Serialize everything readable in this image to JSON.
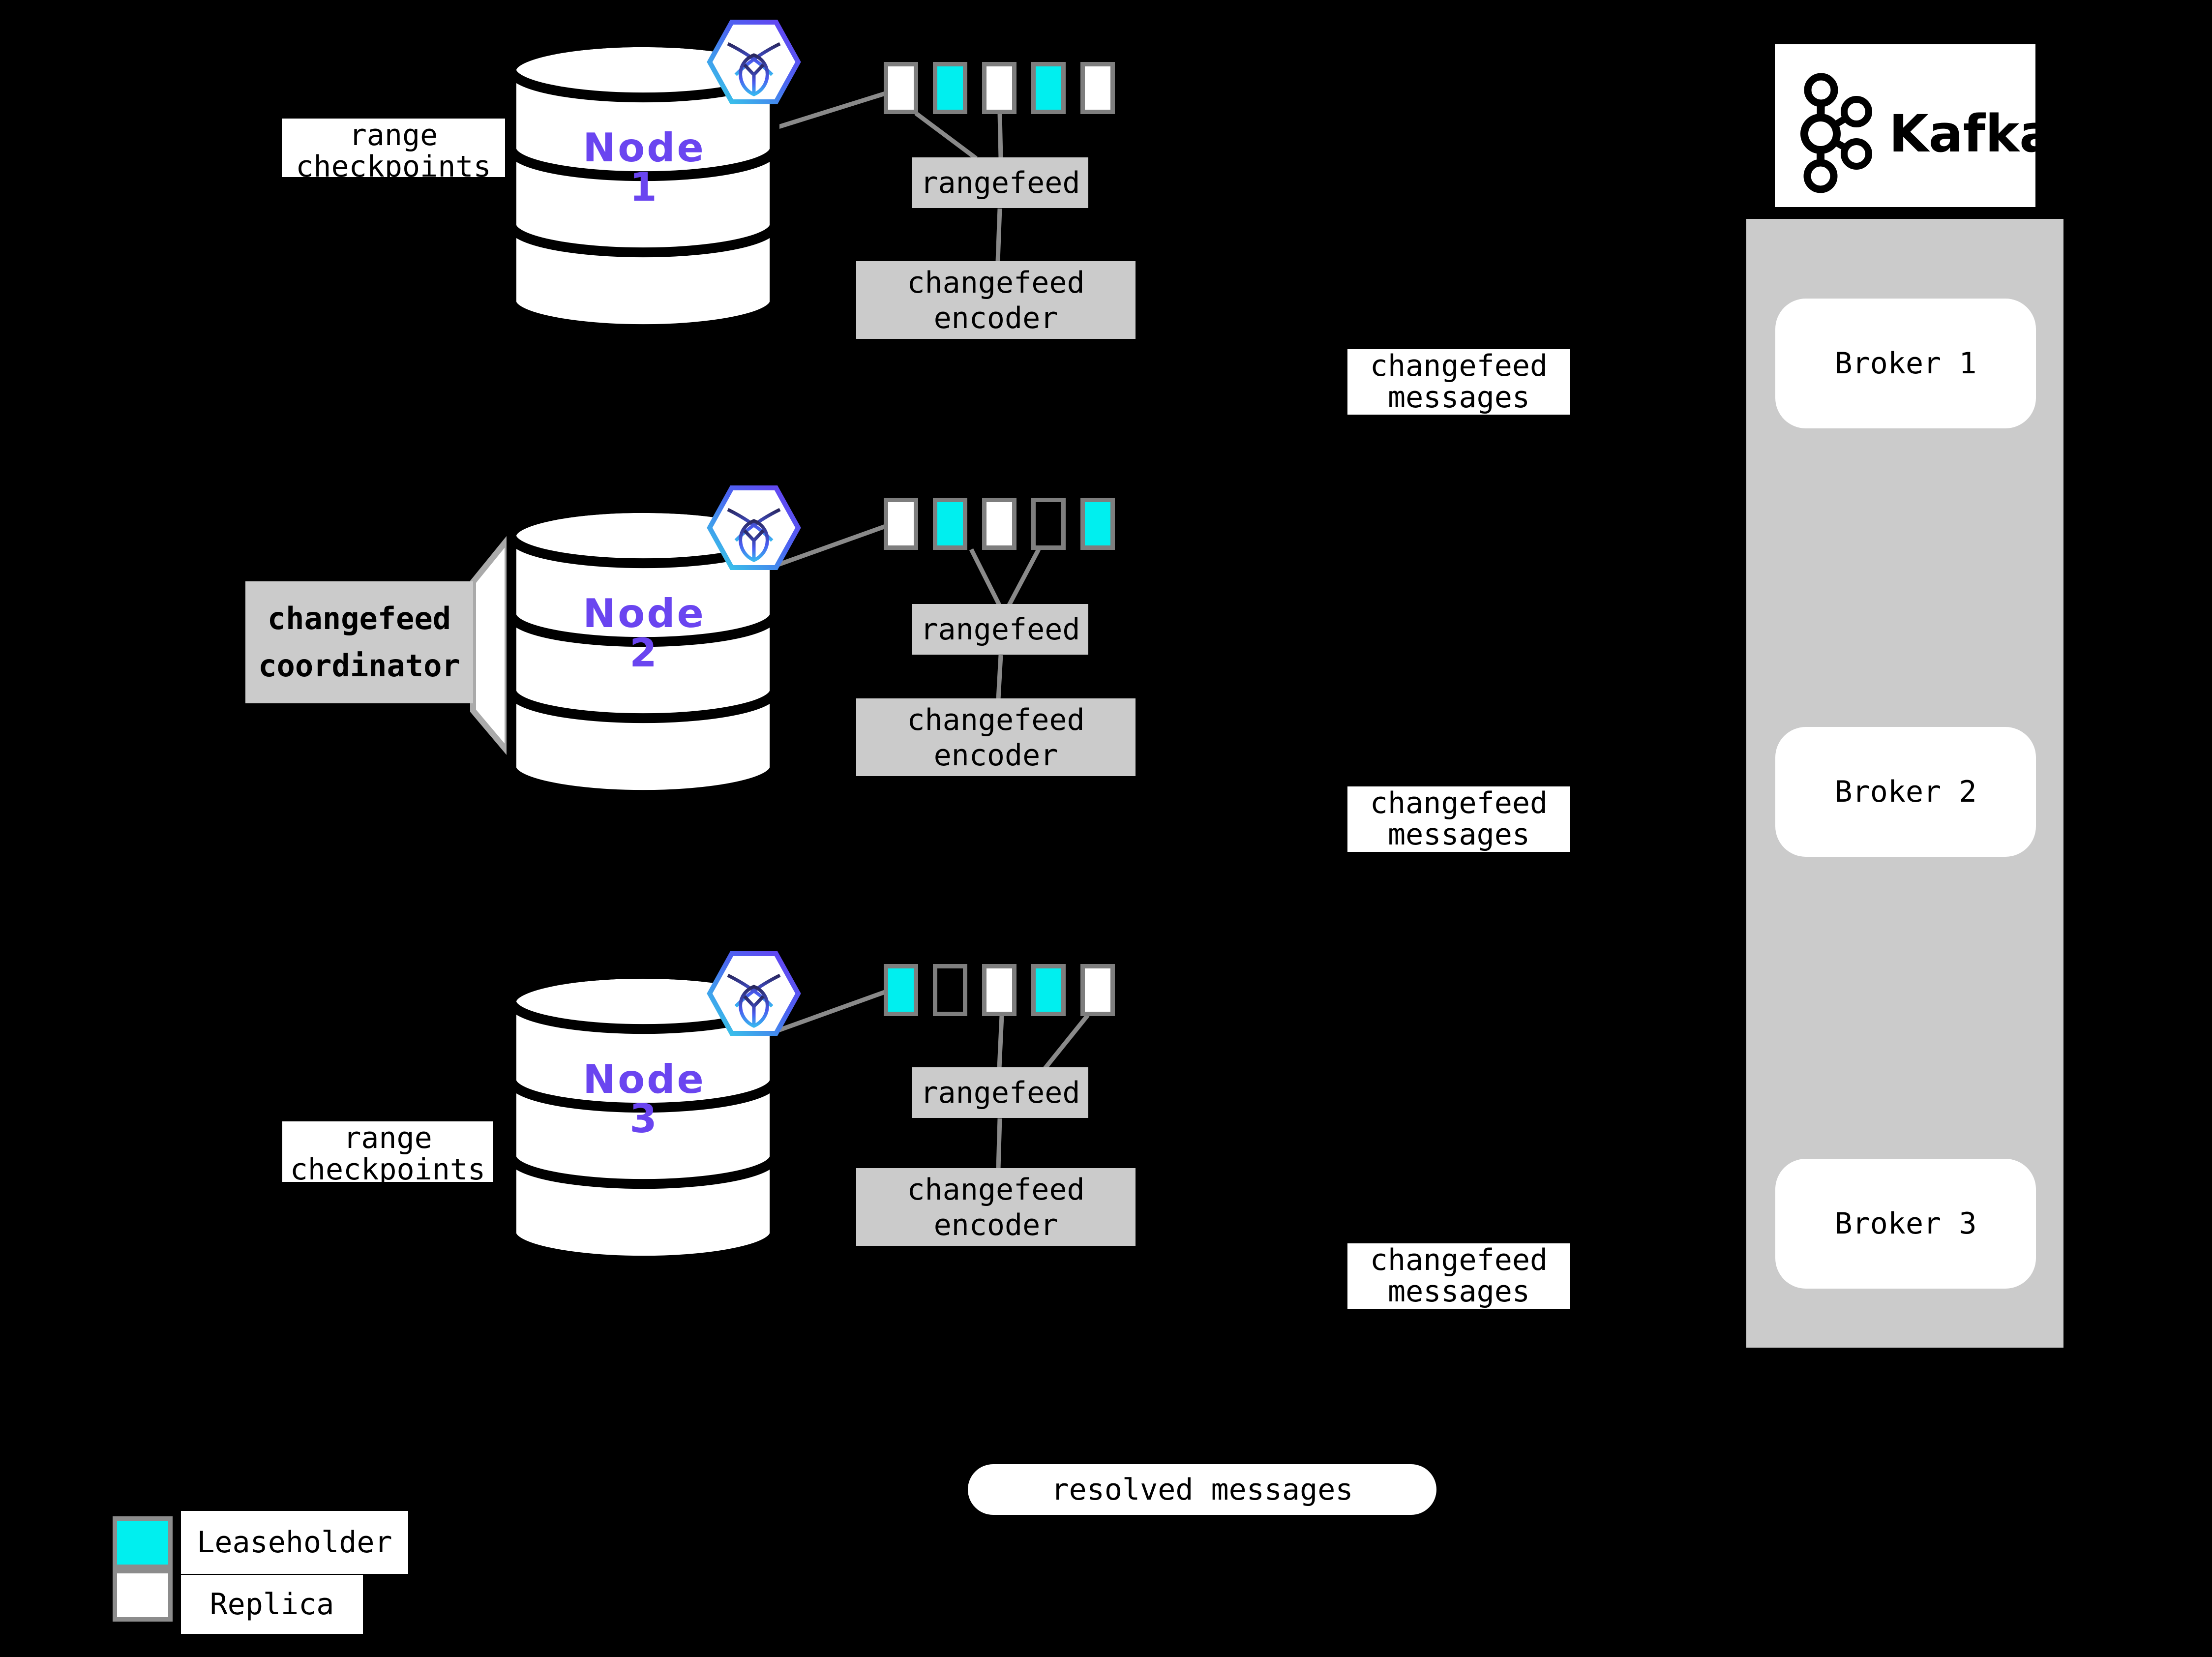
{
  "colors": {
    "background": "#000000",
    "leaseholder_cyan": "#00EFEF",
    "replica_white": "#FFFFFF",
    "node_purple": "#6A45F0",
    "box_gray": "#CBCBCB",
    "connector_gray": "#8A8A8A"
  },
  "nodes": [
    {
      "label": "Node 1",
      "squares": [
        "replica",
        "leaseholder",
        "replica",
        "leaseholder",
        "replica"
      ],
      "rangefeed_label": "rangefeed",
      "encoder": {
        "line1": "changefeed",
        "line2": "encoder"
      },
      "messages": {
        "line1": "changefeed",
        "line2": "messages"
      }
    },
    {
      "label": "Node 2",
      "squares": [
        "replica",
        "leaseholder",
        "replica",
        "empty",
        "leaseholder"
      ],
      "rangefeed_label": "rangefeed",
      "encoder": {
        "line1": "changefeed",
        "line2": "encoder"
      },
      "messages": {
        "line1": "changefeed",
        "line2": "messages"
      }
    },
    {
      "label": "Node 3",
      "squares": [
        "leaseholder",
        "empty",
        "replica",
        "leaseholder",
        "replica"
      ],
      "rangefeed_label": "rangefeed",
      "encoder": {
        "line1": "changefeed",
        "line2": "encoder"
      },
      "messages": {
        "line1": "changefeed",
        "line2": "messages"
      }
    }
  ],
  "checkpoints": {
    "top": {
      "line1": "range",
      "line2": "checkpoints"
    },
    "bottom": {
      "line1": "range",
      "line2": "checkpoints"
    }
  },
  "coordinator": {
    "line1": "changefeed",
    "line2": "coordinator"
  },
  "kafka": {
    "brand": "Kafka",
    "brokers": [
      "Broker 1",
      "Broker 2",
      "Broker 3"
    ]
  },
  "resolved_pill": {
    "label": "resolved messages"
  },
  "legend": {
    "items": [
      {
        "label": "Leaseholder",
        "fill": "leaseholder"
      },
      {
        "label": "Replica",
        "fill": "replica"
      }
    ]
  }
}
